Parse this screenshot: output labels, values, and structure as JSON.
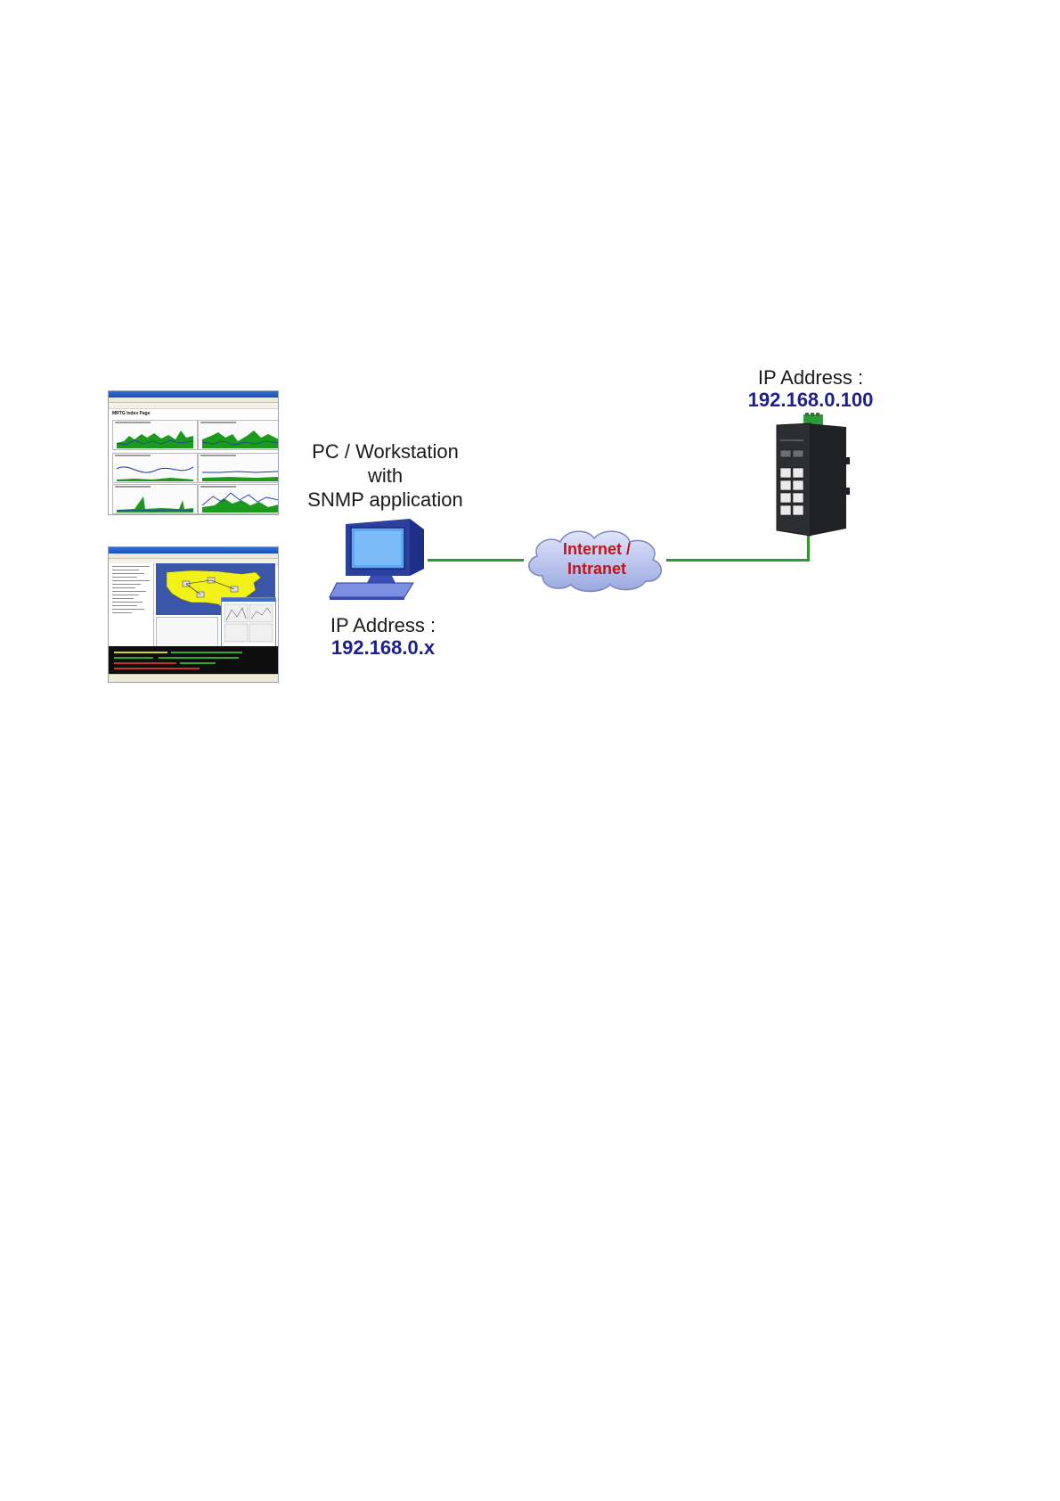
{
  "pc": {
    "title_lines": [
      "PC / Workstation",
      "with",
      "SNMP application"
    ],
    "ip_label": "IP Address :",
    "ip_value": "192.168.0.x"
  },
  "switch": {
    "ip_label": "IP Address :",
    "ip_value": "192.168.0.100"
  },
  "cloud": {
    "lines": [
      "Internet /",
      "Intranet"
    ]
  },
  "screenshots": {
    "mrtg_title": "MRTG Index Page"
  },
  "colors": {
    "ip_text": "#1f1f8f",
    "link": "#2e9a2e",
    "cloud_text": "#c0151b",
    "cloud_fill": "#b9c3ea"
  }
}
